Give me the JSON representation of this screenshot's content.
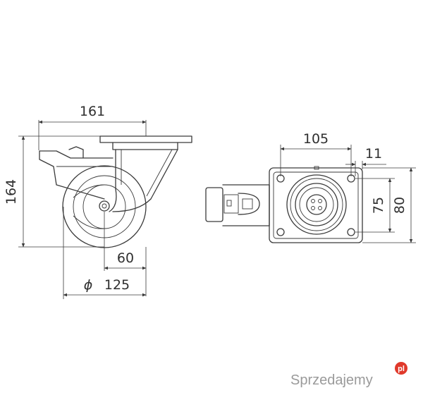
{
  "dimensions": {
    "overall_width": "161",
    "overall_height": "164",
    "offset": "60",
    "diameter_symbol": "ϕ",
    "wheel_diameter": "125",
    "hole_spacing_x": "105",
    "hole_diameter": "11",
    "hole_spacing_y": "75",
    "plate_width": "80"
  },
  "watermark": {
    "brand": "Sprzedajemy",
    "suffix": "pl"
  },
  "colors": {
    "line": "#3a3a3a",
    "watermark": "#9a9a9a",
    "watermark_badge": "#e0392b"
  }
}
